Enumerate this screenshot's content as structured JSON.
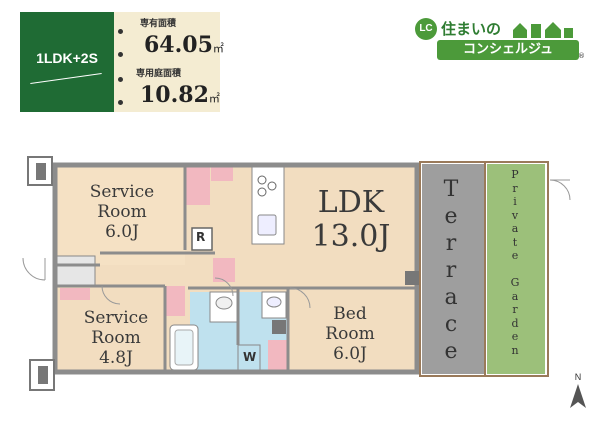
{
  "header": {
    "layout_type": "1LDK+2S",
    "exclusive_area_label": "専有面積",
    "exclusive_area_value": "64.05",
    "exclusive_area_unit": "㎡",
    "garden_area_label": "専用庭面積",
    "garden_area_value": "10.82",
    "garden_area_unit": "㎡"
  },
  "logo": {
    "badge": "LC",
    "line1": "住まいの",
    "line2": "コンシェルジュ",
    "mark": "®"
  },
  "rooms": {
    "service_room_1": {
      "line1": "Service",
      "line2": "Room",
      "size": "6.0J"
    },
    "ldk": {
      "line1": "LDK",
      "size": "13.0J"
    },
    "service_room_2": {
      "line1": "Service",
      "line2": "Room",
      "size": "4.8J"
    },
    "bed_room": {
      "line1": "Bed",
      "line2": "Room",
      "size": "6.0J"
    },
    "terrace": {
      "label": "Terrace"
    },
    "private_garden": {
      "label": "Private Garden"
    },
    "r_label": "R",
    "w_label": "W"
  },
  "compass": {
    "label": "N"
  },
  "colors": {
    "brand_green": "#1f6b34",
    "floor_wood": "#f2ddc0",
    "terrace_gray": "#9e9e9e",
    "garden_green": "#9cc07a",
    "closet_pink": "#f2b8c0",
    "bath_blue": "#bfe1ee"
  }
}
